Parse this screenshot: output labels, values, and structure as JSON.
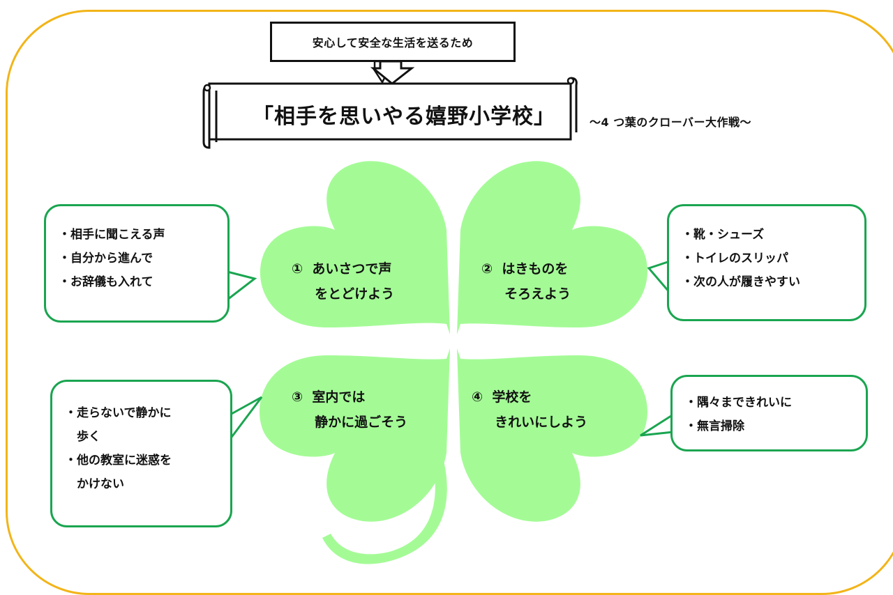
{
  "header": {
    "banner": "安心して安全な生活を送るため",
    "title": "「相手を思いやる嬉野小学校」",
    "subtitle": "～4 つ葉のクローバー大作戦～"
  },
  "leaves": [
    {
      "number": "①",
      "line1": "あいさつで声",
      "line2": "をとどけよう"
    },
    {
      "number": "②",
      "line1": "はきものを",
      "line2": "そろえよう"
    },
    {
      "number": "③",
      "line1": "室内では",
      "line2": "静かに過ごそう"
    },
    {
      "number": "④",
      "line1": "学校を",
      "line2": "きれいにしよう"
    }
  ],
  "bubbles": {
    "top_left": [
      "・相手に聞こえる声",
      "・自分から進んで",
      "・お辞儀も入れて"
    ],
    "top_right": [
      "・靴・シューズ",
      "・トイレのスリッパ",
      "・次の人が履きやすい"
    ],
    "bottom_left": [
      "・走らないで静かに",
      "　歩く",
      "・他の教室に迷惑を",
      "　かけない"
    ],
    "bottom_right": [
      "・隅々まできれいに",
      "・無言掃除"
    ]
  },
  "colors": {
    "frame": "#f2b418",
    "leaf": "#a4fb96",
    "bubble_border": "#1aa550"
  }
}
